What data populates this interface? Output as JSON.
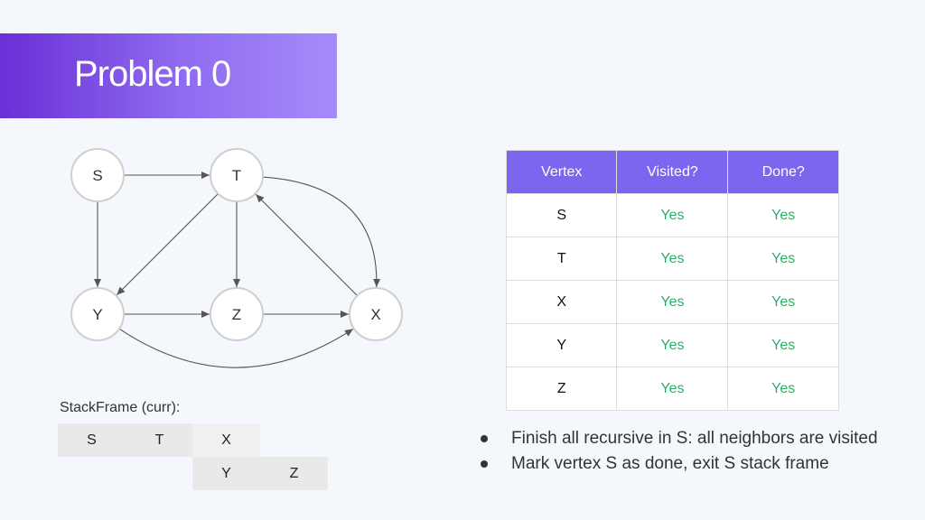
{
  "title": "Problem 0",
  "graph": {
    "nodes": [
      {
        "id": "S",
        "label": "S"
      },
      {
        "id": "T",
        "label": "T"
      },
      {
        "id": "Y",
        "label": "Y"
      },
      {
        "id": "Z",
        "label": "Z"
      },
      {
        "id": "X",
        "label": "X"
      }
    ],
    "edges": [
      {
        "from": "S",
        "to": "T"
      },
      {
        "from": "S",
        "to": "Y"
      },
      {
        "from": "T",
        "to": "Y"
      },
      {
        "from": "T",
        "to": "Z"
      },
      {
        "from": "T",
        "to": "X"
      },
      {
        "from": "Y",
        "to": "Z"
      },
      {
        "from": "Z",
        "to": "X"
      },
      {
        "from": "X",
        "to": "T"
      },
      {
        "from": "Y",
        "to": "X"
      }
    ]
  },
  "table": {
    "headers": [
      "Vertex",
      "Visited?",
      "Done?"
    ],
    "rows": [
      [
        "S",
        "Yes",
        "Yes"
      ],
      [
        "T",
        "Yes",
        "Yes"
      ],
      [
        "X",
        "Yes",
        "Yes"
      ],
      [
        "Y",
        "Yes",
        "Yes"
      ],
      [
        "Z",
        "Yes",
        "Yes"
      ]
    ]
  },
  "stack": {
    "label": "StackFrame (curr):",
    "rows": [
      [
        "S",
        "T",
        "X"
      ],
      [
        "",
        "",
        "Y",
        "Z"
      ]
    ]
  },
  "bullets": [
    "Finish all recursive in S: all neighbors are visited",
    "Mark vertex S as done, exit S stack frame"
  ]
}
